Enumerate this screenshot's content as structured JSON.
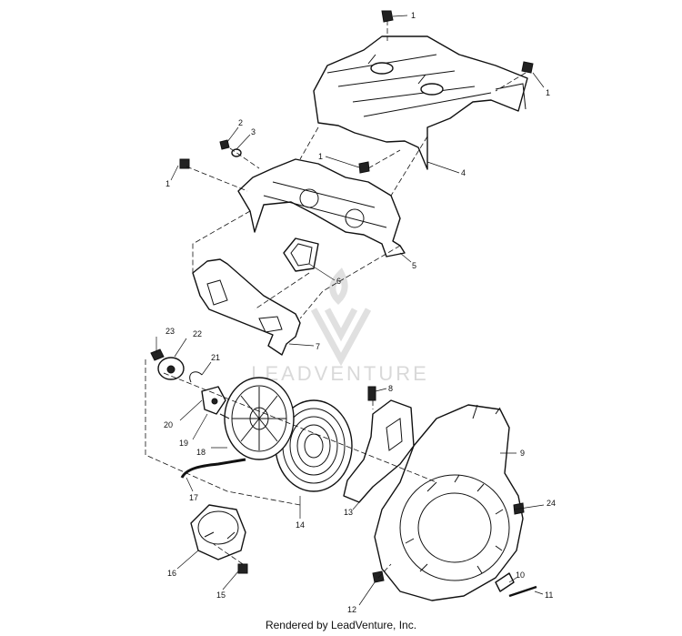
{
  "diagram": {
    "callouts": [
      "1",
      "1",
      "1",
      "1",
      "2",
      "3",
      "4",
      "5",
      "6",
      "7",
      "8",
      "9",
      "10",
      "11",
      "12",
      "13",
      "14",
      "15",
      "16",
      "17",
      "18",
      "19",
      "20",
      "21",
      "22",
      "23",
      "24"
    ],
    "watermark": "LEADVENTURE"
  },
  "footer": {
    "text": "Rendered by LeadVenture, Inc."
  },
  "colors": {
    "line": "#111111",
    "watermark": "#d9d9d9",
    "background": "#ffffff"
  }
}
